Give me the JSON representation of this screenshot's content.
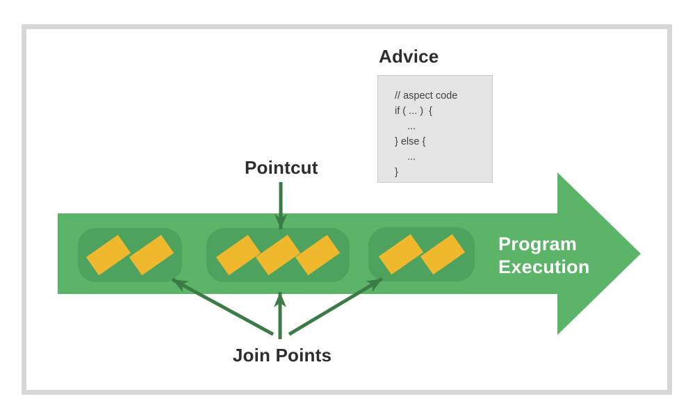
{
  "advice": {
    "title": "Advice",
    "code_lines": [
      "// aspect code",
      "if ( ... )  {",
      "...",
      "} else {",
      "...",
      "}"
    ]
  },
  "pointcut": {
    "label": "Pointcut"
  },
  "join_points": {
    "label": "Join Points",
    "group_sizes": [
      2,
      3,
      2
    ]
  },
  "program_execution": {
    "line1": "Program",
    "line2": "Execution"
  },
  "colors": {
    "arrow_green": "#5cb469",
    "group_green": "#4da25e",
    "join_point_yellow": "#f0b92d",
    "annotation_green": "#3b7b45",
    "advice_box_bg": "#e4e4e4",
    "advice_box_border": "#c9c9c9",
    "frame_border": "#d7d7d7",
    "text_dark": "#2d2d2d",
    "text_light": "#ffffff"
  }
}
